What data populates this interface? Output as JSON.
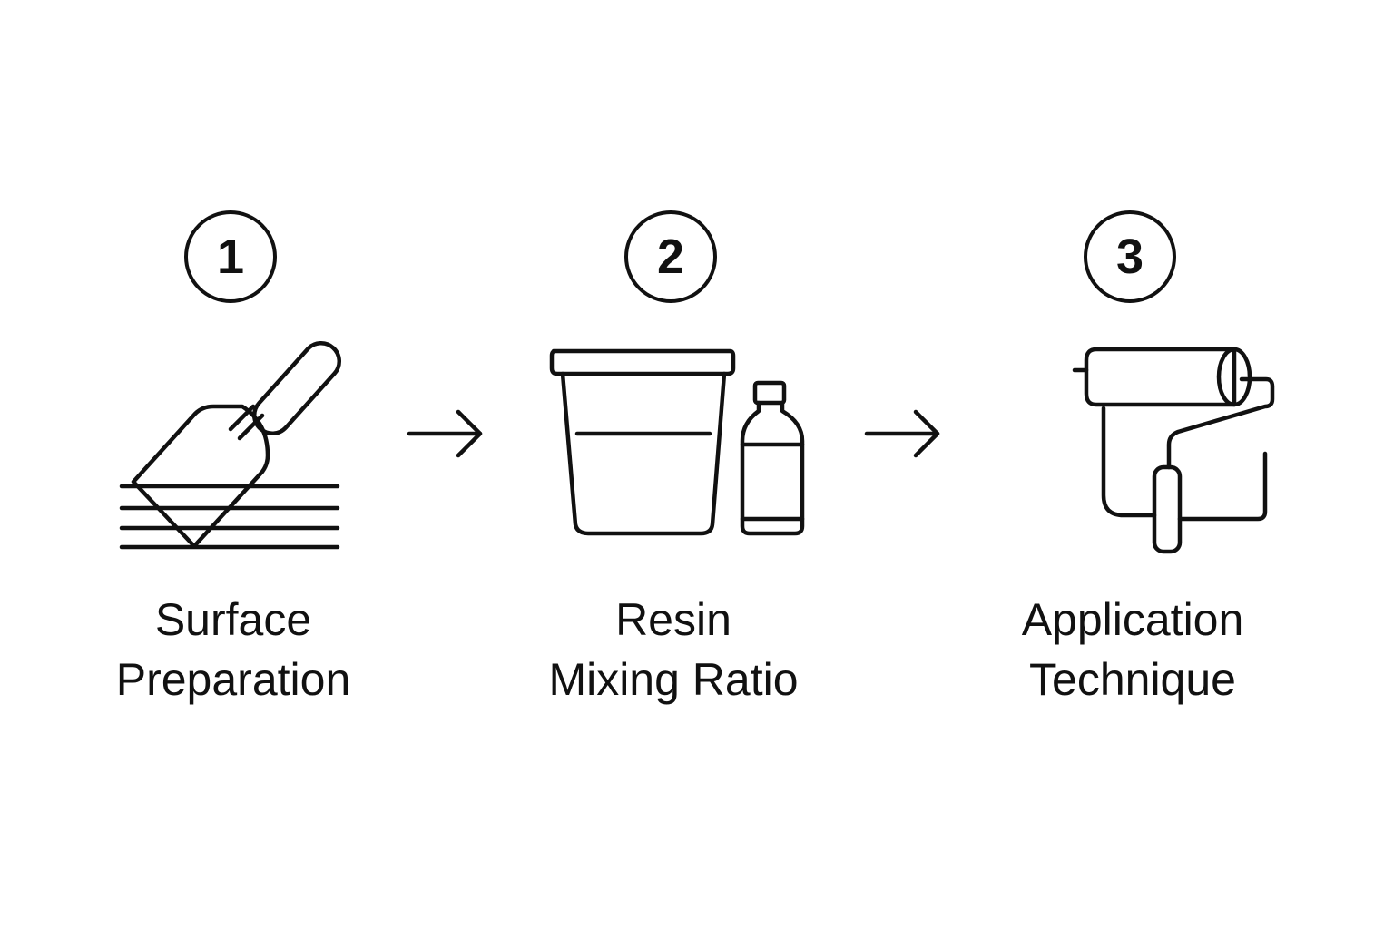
{
  "steps": [
    {
      "number": "1",
      "icon": "trowel-surface-icon",
      "label_lines": [
        "Surface",
        "Preparation"
      ]
    },
    {
      "number": "2",
      "icon": "bucket-bottle-icon",
      "label_lines": [
        "Resin",
        "Mixing Ratio"
      ]
    },
    {
      "number": "3",
      "icon": "paint-roller-icon",
      "label_lines": [
        "Application",
        "Technique"
      ]
    }
  ],
  "colors": {
    "ink": "#111111",
    "background": "#ffffff"
  }
}
